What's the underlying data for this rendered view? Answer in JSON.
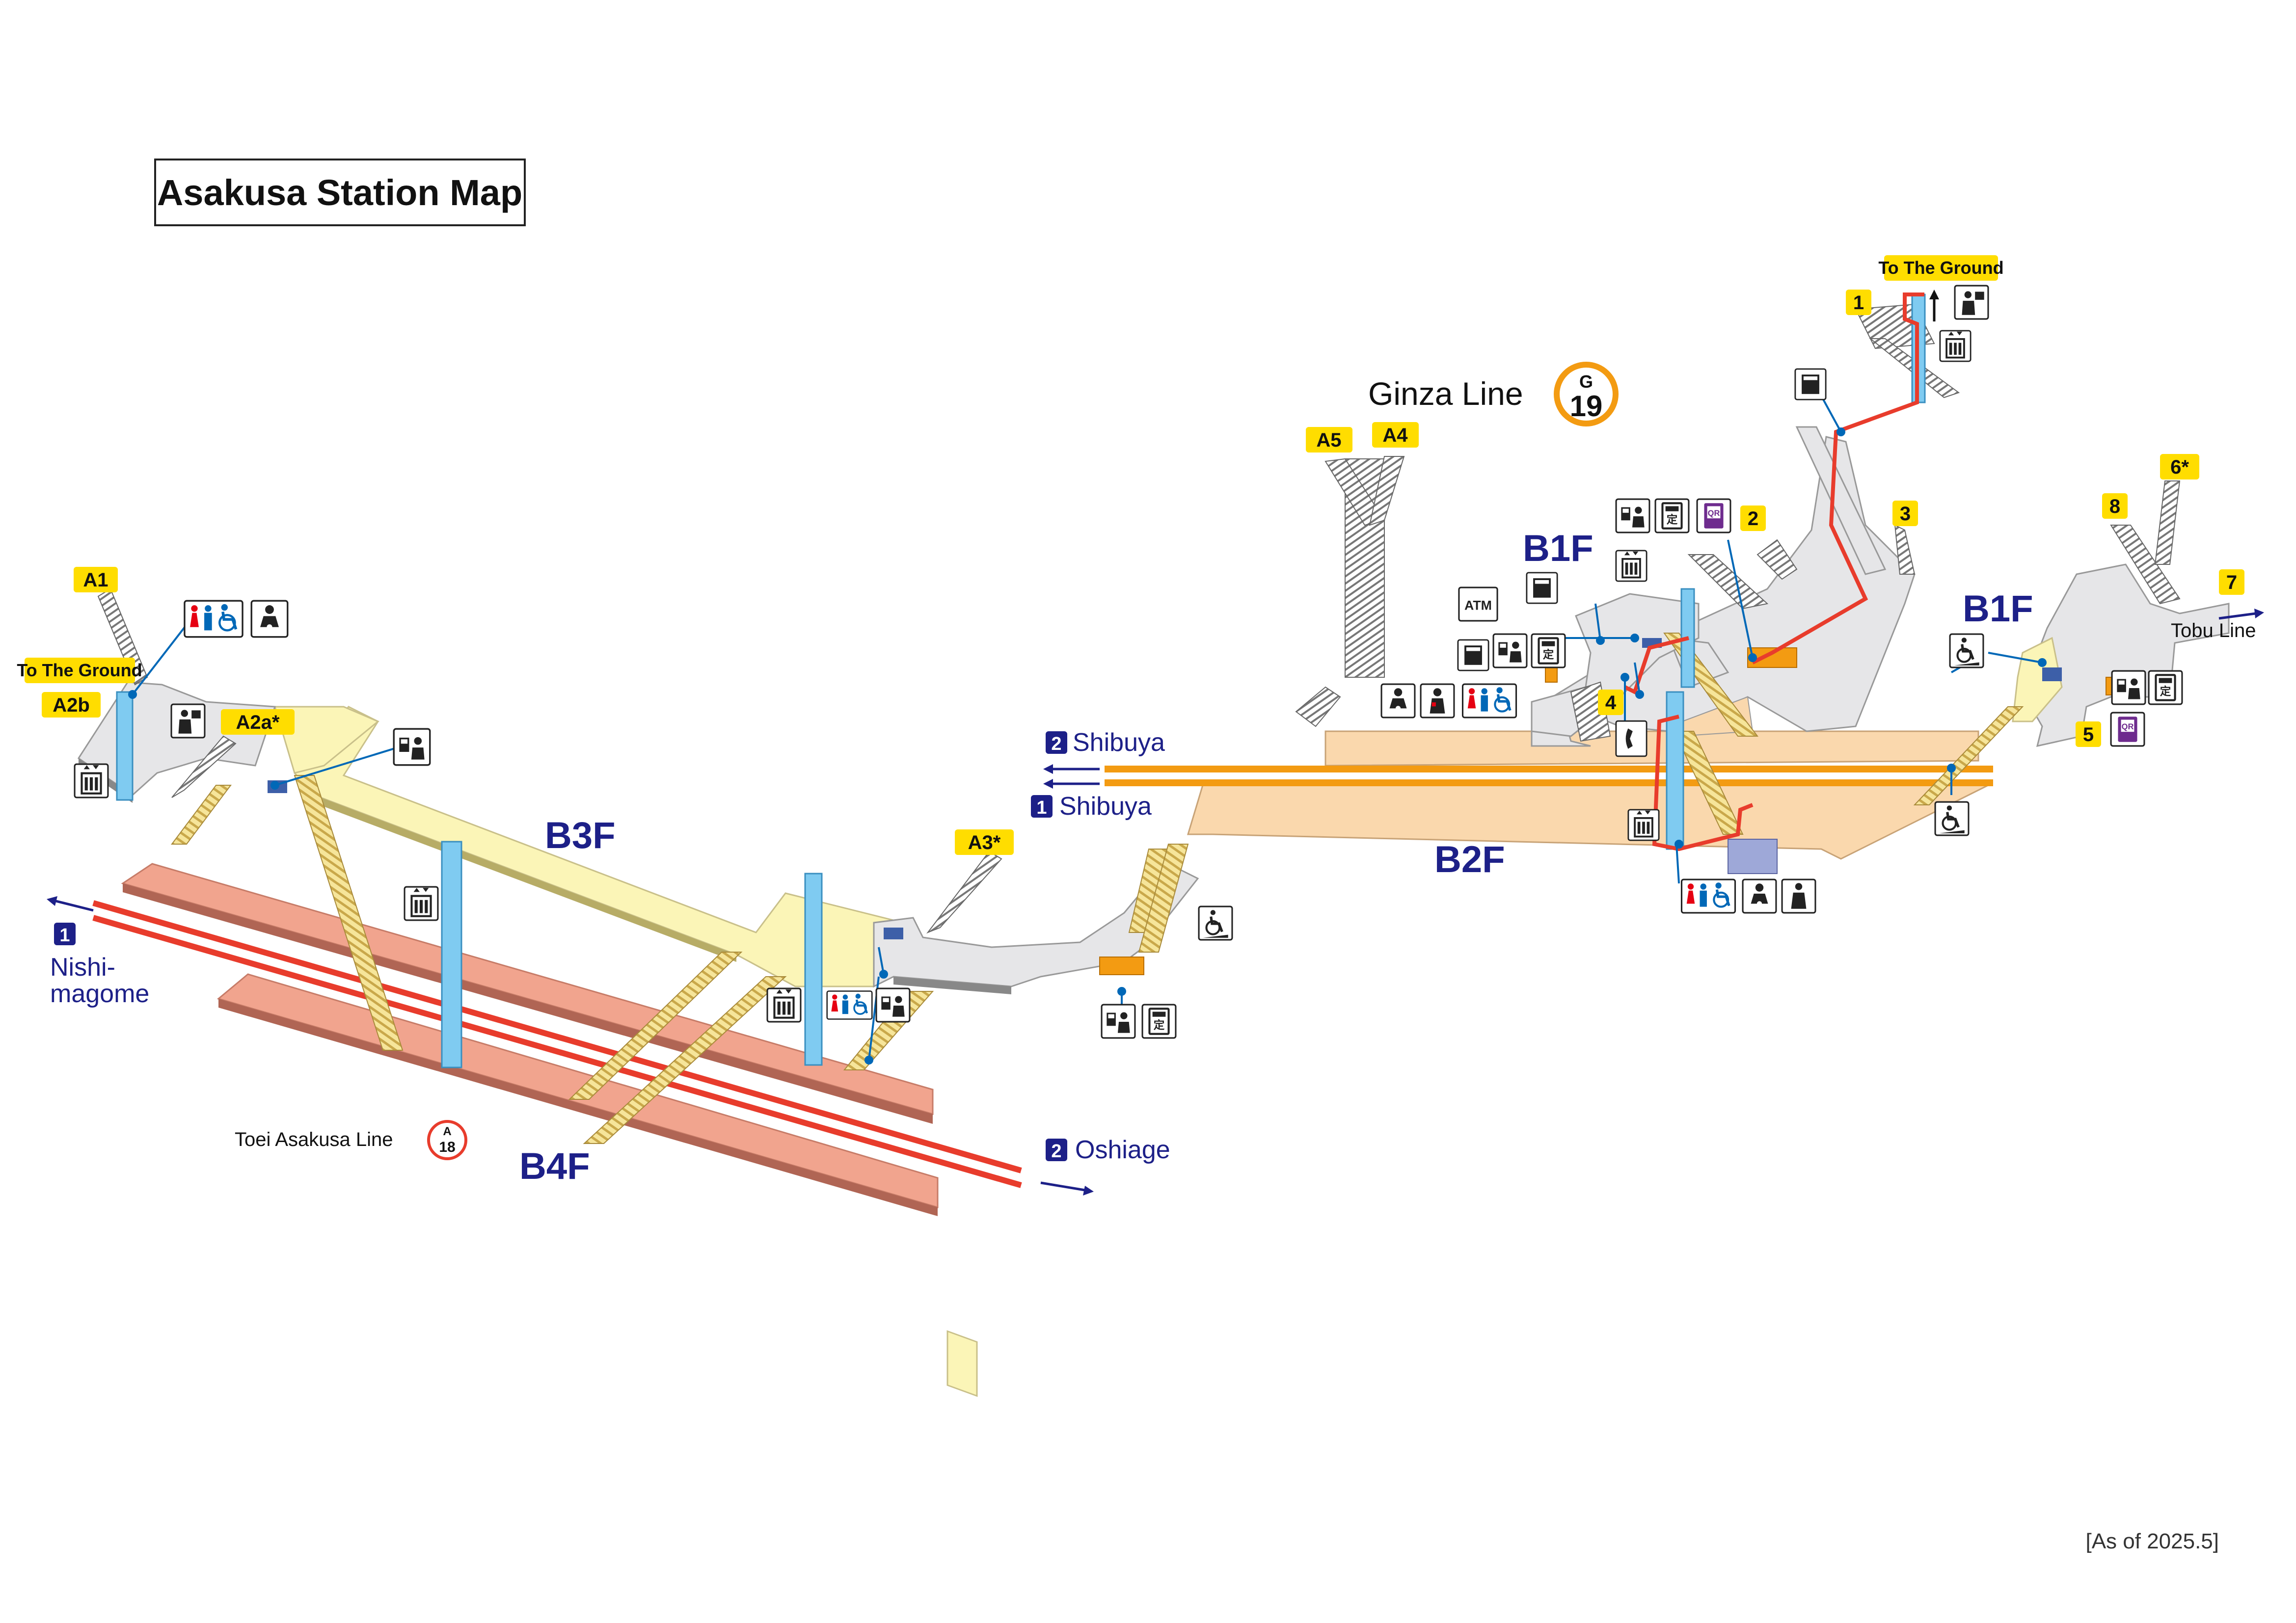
{
  "title": "Asakusa Station Map",
  "as_of": "[As of 2025.5]",
  "colors": {
    "platform": "#f1a48e",
    "b3f": "#fbf5b7",
    "b2f": "#fad8ad",
    "b1f": "#e6e6e8",
    "orange_line": "#f39b12",
    "red_line": "#e83c2c",
    "elevator": "#7fcbf1",
    "navy": "#1d2088",
    "exit_tag": "#ffdd00",
    "qr_purple": "#6e2b8e"
  },
  "lines": {
    "ginza": {
      "name": "Ginza Line",
      "code_letter": "G",
      "code_num": "19"
    },
    "toei": {
      "name": "Toei Asakusa Line",
      "code_letter": "A",
      "code_num": "18"
    }
  },
  "floors": {
    "b1f_left": "B1F",
    "b1f_right": "B1F",
    "b2f": "B2F",
    "b3f": "B3F",
    "b4f": "B4F"
  },
  "directions": {
    "ginza_2": {
      "num": "2",
      "label": "Shibuya"
    },
    "ginza_1": {
      "num": "1",
      "label": "Shibuya"
    },
    "toei_1": {
      "num": "1",
      "label_1": "Nishi-",
      "label_2": "magome"
    },
    "toei_2": {
      "num": "2",
      "label": "Oshiage"
    },
    "tobu": "Tobu Line"
  },
  "exits": {
    "a1": "A1",
    "a2b": "A2b",
    "a2a": "A2a*",
    "a3": "A3*",
    "a4": "A4",
    "a5": "A5",
    "e1": "1",
    "e2": "2",
    "e3": "3",
    "e4": "4",
    "e5": "5",
    "e6": "6*",
    "e7": "7",
    "e8": "8",
    "to_ground_left": "To The Ground",
    "to_ground_right": "To The Ground"
  },
  "icon_labels": {
    "atm": "ATM",
    "qr": "QR",
    "commuter": "定"
  }
}
